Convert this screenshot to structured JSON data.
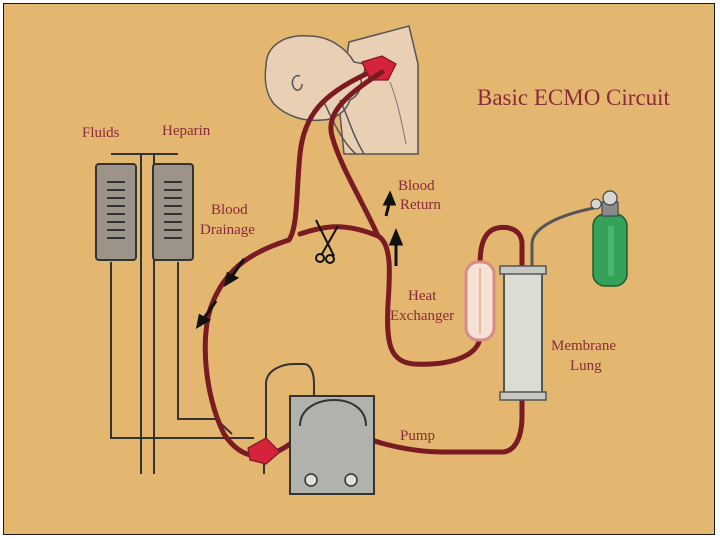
{
  "title": "Basic ECMO Circuit",
  "labels": {
    "fluids": "Fluids",
    "heparin": "Heparin",
    "blood_drainage_1": "Blood",
    "blood_drainage_2": "Drainage",
    "blood_return_1": "Blood",
    "blood_return_2": "Return",
    "heat_exchanger_1": "Heat",
    "heat_exchanger_2": "Exchanger",
    "membrane_lung_1": "Membrane",
    "membrane_lung_2": "Lung",
    "pump": "Pump"
  },
  "colors": {
    "background": "#e3b770",
    "tubing": "#7a1a22",
    "text": "#8b2a3a",
    "skin": "#e9cfb3",
    "oxygen_tank": "#35a25a",
    "device_gray": "#a3a3a0"
  }
}
